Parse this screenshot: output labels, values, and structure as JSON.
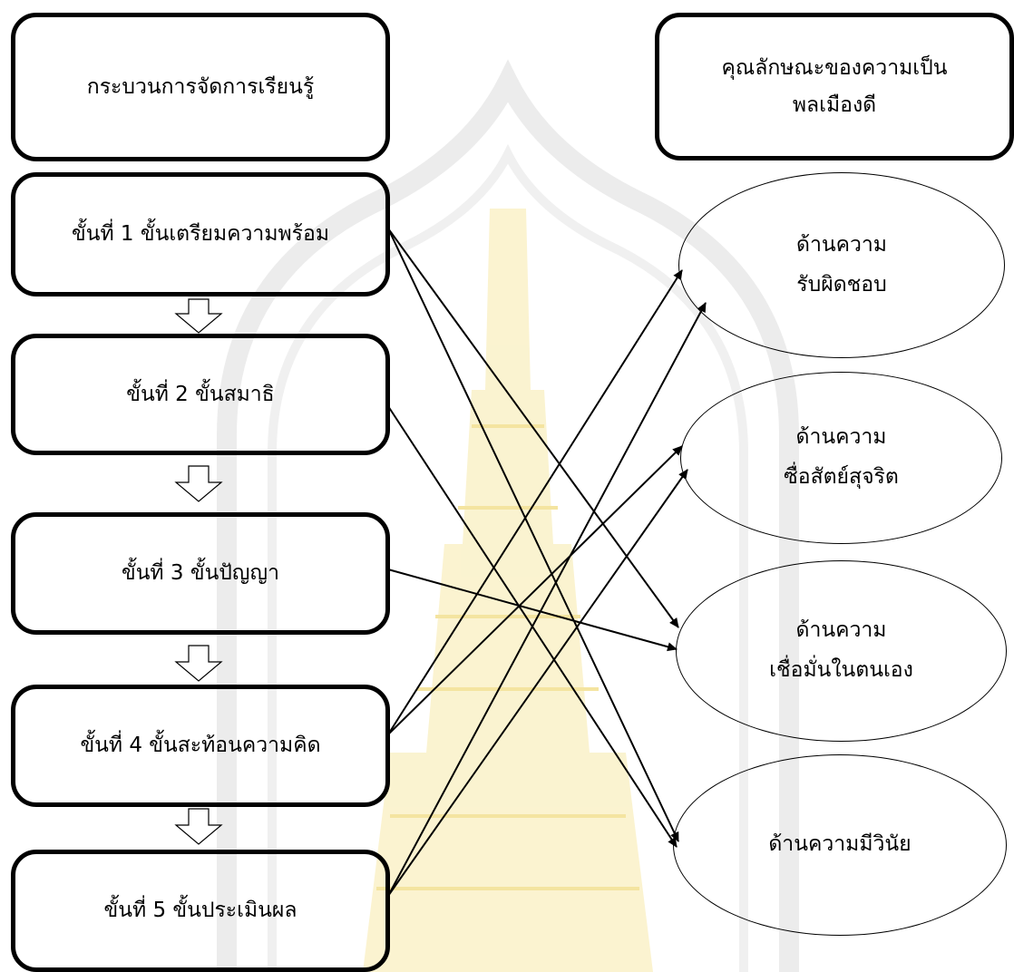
{
  "header": {
    "process_title": "กระบวนการจัดการเรียนรู้",
    "traits_title_line1": "คุณลักษณะของความเป็น",
    "traits_title_line2": "พลเมืองดี"
  },
  "steps": [
    {
      "label": "ขั้นที่  1  ขั้นเตรียมความพร้อม"
    },
    {
      "label": "ขั้นที่  2  ขั้นสมาธิ"
    },
    {
      "label": "ขั้นที่  3  ขั้นปัญญา"
    },
    {
      "label": "ขั้นที่  4  ขั้นสะท้อนความคิด"
    },
    {
      "label": "ขั้นที่  5  ขั้นประเมินผล"
    }
  ],
  "traits": [
    {
      "line1": "ด้านความ",
      "line2": "รับผิดชอบ"
    },
    {
      "line1": "ด้านความ",
      "line2": "ซื่อสัตย์สุจริต"
    },
    {
      "line1": "ด้านความ",
      "line2": "เชื่อมั่นในตนเอง"
    },
    {
      "line1": "ด้านความมีวินัย",
      "line2": ""
    }
  ],
  "colors": {
    "stroke": "#000000",
    "watermark_gray": "#e6e6e6",
    "watermark_gold": "#f7e7a6"
  }
}
